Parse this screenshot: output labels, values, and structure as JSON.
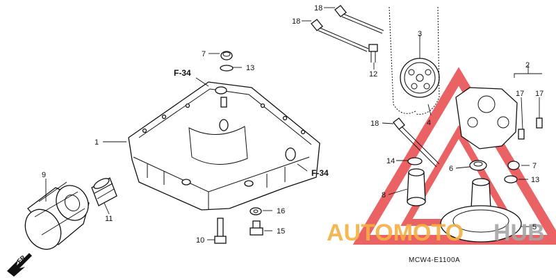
{
  "callouts": {
    "p1": "1",
    "p2": "2",
    "p3": "3",
    "p4": "4",
    "p5": "5",
    "p6": "6",
    "p7a": "7",
    "p7b": "7",
    "p8": "8",
    "p9": "9",
    "p10": "10",
    "p11": "11",
    "p12": "12",
    "p13a": "13",
    "p13b": "13",
    "p14": "14",
    "p15": "15",
    "p16": "16",
    "p17a": "17",
    "p17b": "17",
    "p18a": "18",
    "p18b": "18",
    "p18c": "18"
  },
  "references": {
    "f34_top": "F-34",
    "f34_right": "F-34"
  },
  "direction_label": "FR.",
  "drawing_code": "MCW4-E1100A",
  "watermark": {
    "part1": "AUTOMOTO",
    "part2": "HUB",
    "color_orange": "#f5b041",
    "color_grey": "#a6a6a6",
    "color_red": "#e8474a"
  }
}
